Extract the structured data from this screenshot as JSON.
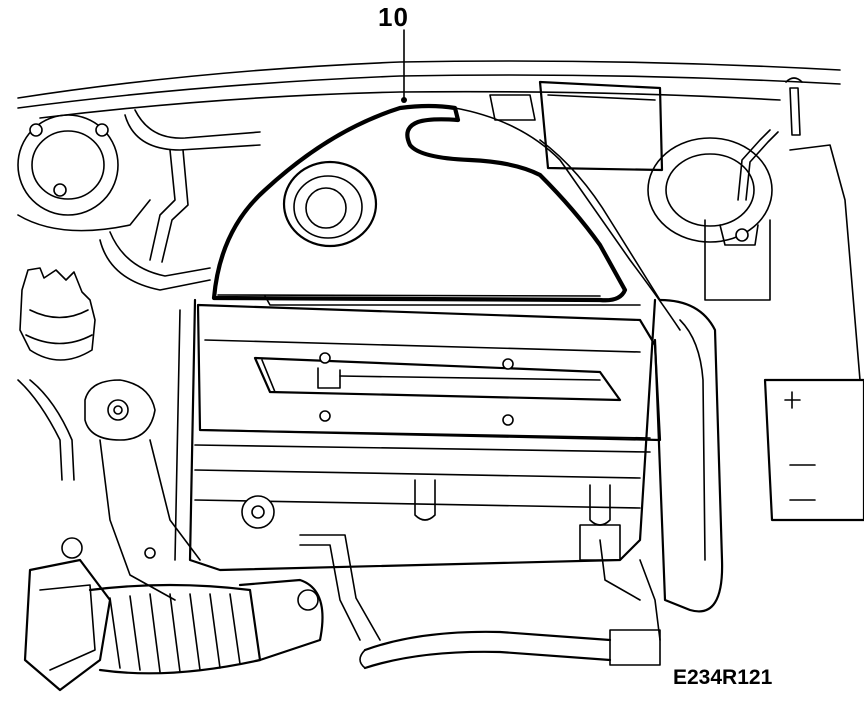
{
  "diagram": {
    "callout_label": "10",
    "figure_code": "E234R121",
    "stroke_color": "#000000",
    "background_color": "#ffffff",
    "highlighted_part": "engine-cover-outline"
  }
}
